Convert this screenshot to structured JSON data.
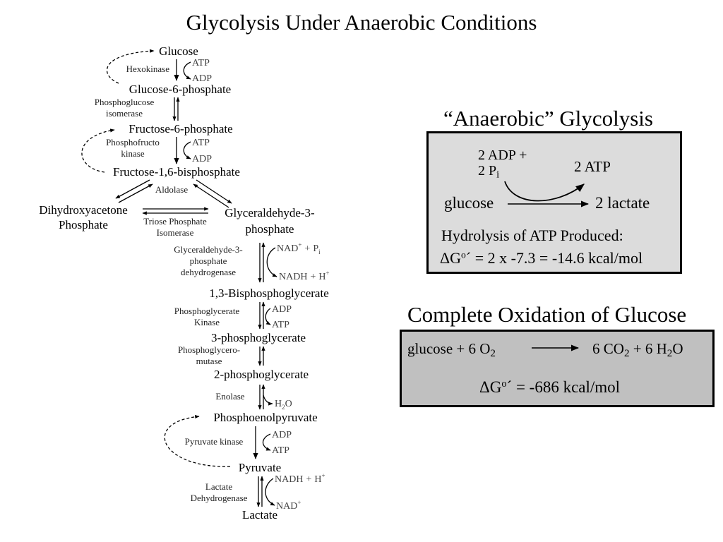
{
  "title": "Glycolysis Under Anaerobic Conditions",
  "pathway": {
    "compounds": {
      "glucose": "Glucose",
      "g6p": "Glucose-6-phosphate",
      "f6p": "Fructose-6-phosphate",
      "f16bp": "Fructose-1,6-bisphosphate",
      "dhap_line1": "Dihydroxyacetone",
      "dhap_line2": "Phosphate",
      "g3p_line1": "Glyceraldehyde-3-",
      "g3p_line2": "phosphate",
      "bpg13": "1,3-Bisphosphoglycerate",
      "pg3": "3-phosphoglycerate",
      "pg2": "2-phosphoglycerate",
      "pep": "Phosphoenolpyruvate",
      "pyruvate": "Pyruvate",
      "lactate": "Lactate"
    },
    "enzymes": {
      "hexokinase": "Hexokinase",
      "pgi_line1": "Phosphoglucose",
      "pgi_line2": "isomerase",
      "pfk_line1": "Phosphofructo",
      "pfk_line2": "kinase",
      "aldolase": "Aldolase",
      "tpi_line1": "Triose Phosphate",
      "tpi_line2": "Isomerase",
      "gapdh_line1": "Glyceraldehyde-3-",
      "gapdh_line2": "phosphate",
      "gapdh_line3": "dehydrogenase",
      "pgk_line1": "Phosphoglycerate",
      "pgk_line2": "Kinase",
      "pgm_line1": "Phosphoglycero-",
      "pgm_line2": "mutase",
      "enolase": "Enolase",
      "pk": "Pyruvate kinase",
      "ldh_line1": "Lactate",
      "ldh_line2": "Dehydrogenase"
    },
    "cofactors": {
      "atp": "ATP",
      "adp": "ADP",
      "nad": "NAD",
      "nadh": "NADH",
      "plus": "+",
      "pi_p": "P",
      "pi_sub": "i",
      "water_h": "H",
      "water_2": "2",
      "water_o": "O",
      "h": "H"
    }
  },
  "anaerobic_box": {
    "title": "“Anaerobic” Glycolysis",
    "reactant_adp": "2 ADP +",
    "reactant_pi": "2 P",
    "reactant_pi_sub": "i",
    "product_atp": "2 ATP",
    "substrate": "glucose",
    "product": "2 lactate",
    "hydrolysis_label": "Hydrolysis of ATP Produced:",
    "delta_g_symbol": "ΔG",
    "delta_g_sup": "o",
    "delta_g_prime": "´",
    "delta_g_value": "= 2 x -7.3 = -14.6 kcal/mol"
  },
  "oxidation_box": {
    "title": "Complete Oxidation of Glucose",
    "lhs": "glucose +  6 O",
    "o2_sub": "2",
    "rhs_co2": "6 CO",
    "co2_sub": "2",
    "rhs_plus": " +  6 H",
    "h2o_sub": "2",
    "h2o_o": "O",
    "delta_g_symbol": "ΔG",
    "delta_g_sup": "o",
    "delta_g_prime": "´",
    "delta_g_value": " = -686 kcal/mol"
  }
}
